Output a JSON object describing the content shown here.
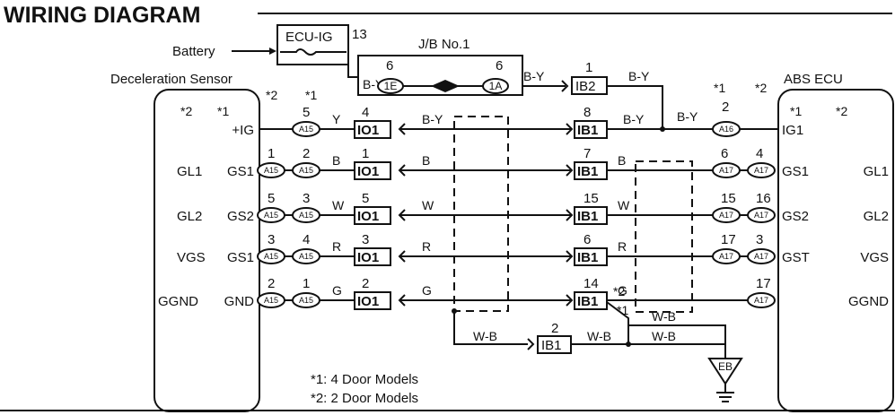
{
  "title": "WIRING DIAGRAM",
  "battery": "Battery",
  "fuse": {
    "name": "ECU-IG",
    "pin": "13"
  },
  "jb": {
    "name": "J/B No.1",
    "left_pin": "6",
    "left_conn": "1E",
    "right_pin": "6",
    "right_conn": "1A"
  },
  "left_component": "Deceleration Sensor",
  "right_component": "ABS ECU",
  "markers": {
    "m1": "*1",
    "m2": "*2"
  },
  "ib2": {
    "pin": "1",
    "conn": "IB2"
  },
  "wire_by": "B-Y",
  "ig1_junction": {
    "conn": "A16",
    "pin": "2"
  },
  "rows": [
    {
      "ls2": "",
      "ls1": "+IG",
      "ca": "",
      "cb": "A15",
      "pa": "",
      "pb": "5",
      "color": "Y",
      "ioc": "IO1",
      "iop": "4",
      "midcolor": "B-Y",
      "ibpin": "8",
      "ibconn": "IB1",
      "rcolor": "B-Y",
      "rp1": "",
      "rp2": "",
      "rc1": "",
      "rc2": "",
      "rs1": "IG1",
      "rs2": ""
    },
    {
      "ls2": "GL1",
      "ls1": "GS1",
      "ca": "A15",
      "cb": "A15",
      "pa": "1",
      "pb": "2",
      "color": "B",
      "ioc": "IO1",
      "iop": "1",
      "midcolor": "B",
      "ibpin": "7",
      "ibconn": "IB1",
      "rcolor": "B",
      "rp1": "6",
      "rp2": "4",
      "rc1": "A17",
      "rc2": "A17",
      "rs1": "GS1",
      "rs2": "GL1"
    },
    {
      "ls2": "GL2",
      "ls1": "GS2",
      "ca": "A15",
      "cb": "A15",
      "pa": "5",
      "pb": "3",
      "color": "W",
      "ioc": "IO1",
      "iop": "5",
      "midcolor": "W",
      "ibpin": "15",
      "ibconn": "IB1",
      "rcolor": "W",
      "rp1": "15",
      "rp2": "16",
      "rc1": "A17",
      "rc2": "A17",
      "rs1": "GS2",
      "rs2": "GL2"
    },
    {
      "ls2": "VGS",
      "ls1": "GS1",
      "ca": "A15",
      "cb": "A15",
      "pa": "3",
      "pb": "4",
      "color": "R",
      "ioc": "IO1",
      "iop": "3",
      "midcolor": "R",
      "ibpin": "6",
      "ibconn": "IB1",
      "rcolor": "R",
      "rp1": "17",
      "rp2": "3",
      "rc1": "A17",
      "rc2": "A17",
      "rs1": "GST",
      "rs2": "VGS"
    },
    {
      "ls2": "GGND",
      "ls1": "GND",
      "ca": "A15",
      "cb": "A15",
      "pa": "2",
      "pb": "1",
      "color": "G",
      "ioc": "IO1",
      "iop": "2",
      "midcolor": "G",
      "ibpin": "14",
      "ibconn": "IB1",
      "rcolor": "G",
      "rp1": "",
      "rp2": "17",
      "rc1": "",
      "rc2": "A17",
      "rs1": "",
      "rs2": "GGND"
    }
  ],
  "ground": {
    "wire": "W-B",
    "ib_pin": "2",
    "ib_conn": "IB1",
    "eb": "EB"
  },
  "notes": [
    "*1:  4 Door Models",
    "*2:  2 Door Models"
  ]
}
